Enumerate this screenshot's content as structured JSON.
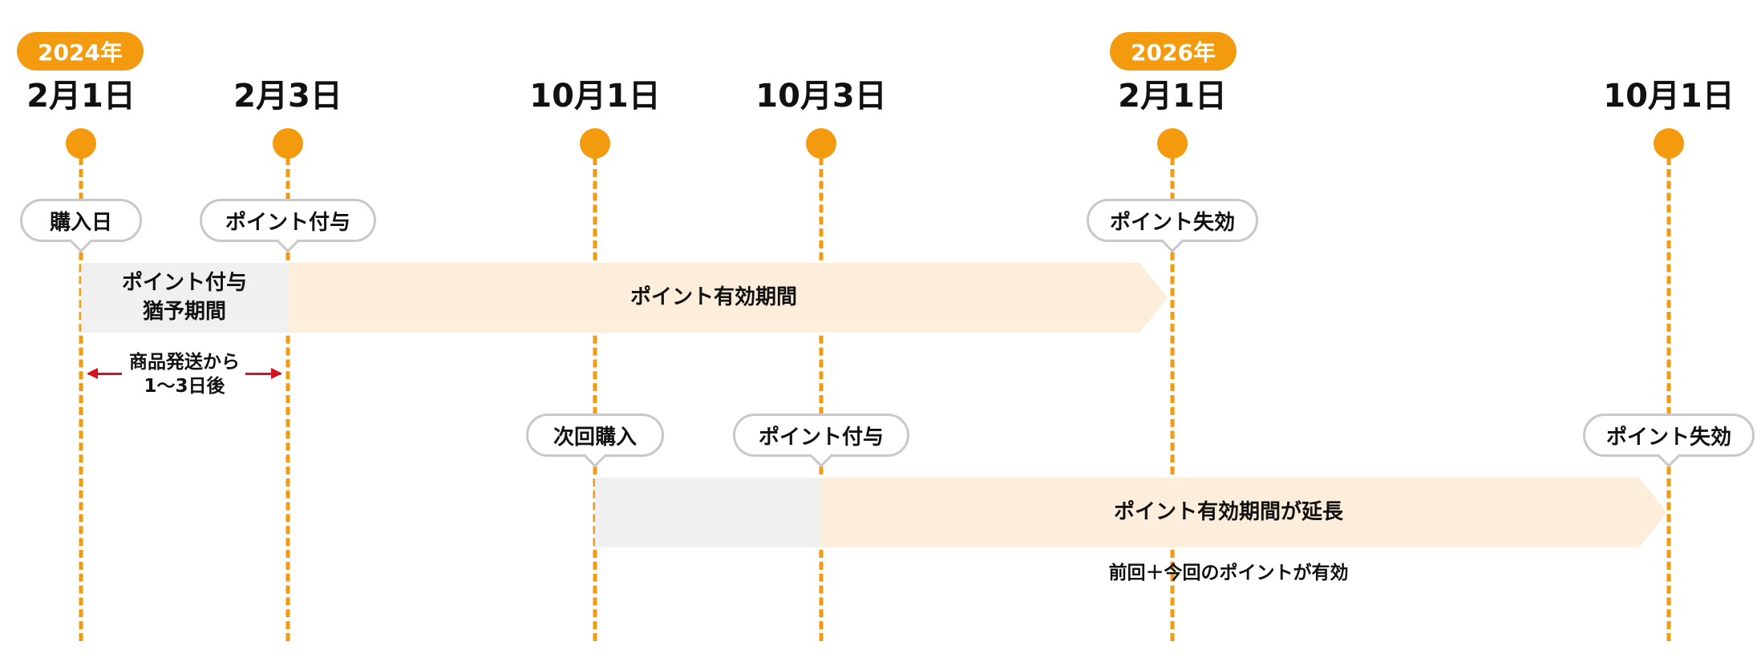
{
  "timeline": {
    "years": [
      {
        "label": "2024年"
      },
      {
        "label": "2026年"
      }
    ],
    "dates": [
      {
        "label": "2月1日"
      },
      {
        "label": "2月3日"
      },
      {
        "label": "10月1日"
      },
      {
        "label": "10月3日"
      },
      {
        "label": "2月1日"
      },
      {
        "label": "10月1日"
      }
    ]
  },
  "events": {
    "purchase": "購入日",
    "grant1": "ポイント付与",
    "expire1": "ポイント失効",
    "next_purchase": "次回購入",
    "grant2": "ポイント付与",
    "expire2": "ポイント失効"
  },
  "periods": {
    "grace_line1": "ポイント付与",
    "grace_line2": "猶予期間",
    "valid": "ポイント有効期間",
    "extended": "ポイント有効期間が延長"
  },
  "notes": {
    "shipping_line1": "商品発送から",
    "shipping_line2": "1～3日後",
    "combined": "前回＋今回のポイントが有効"
  },
  "colors": {
    "accent": "#f39a0f",
    "grace_band": "#f0f0f0",
    "valid_band": "#fdeedb",
    "arrow": "#d9111e",
    "bubble_border": "#c8c8c8"
  }
}
